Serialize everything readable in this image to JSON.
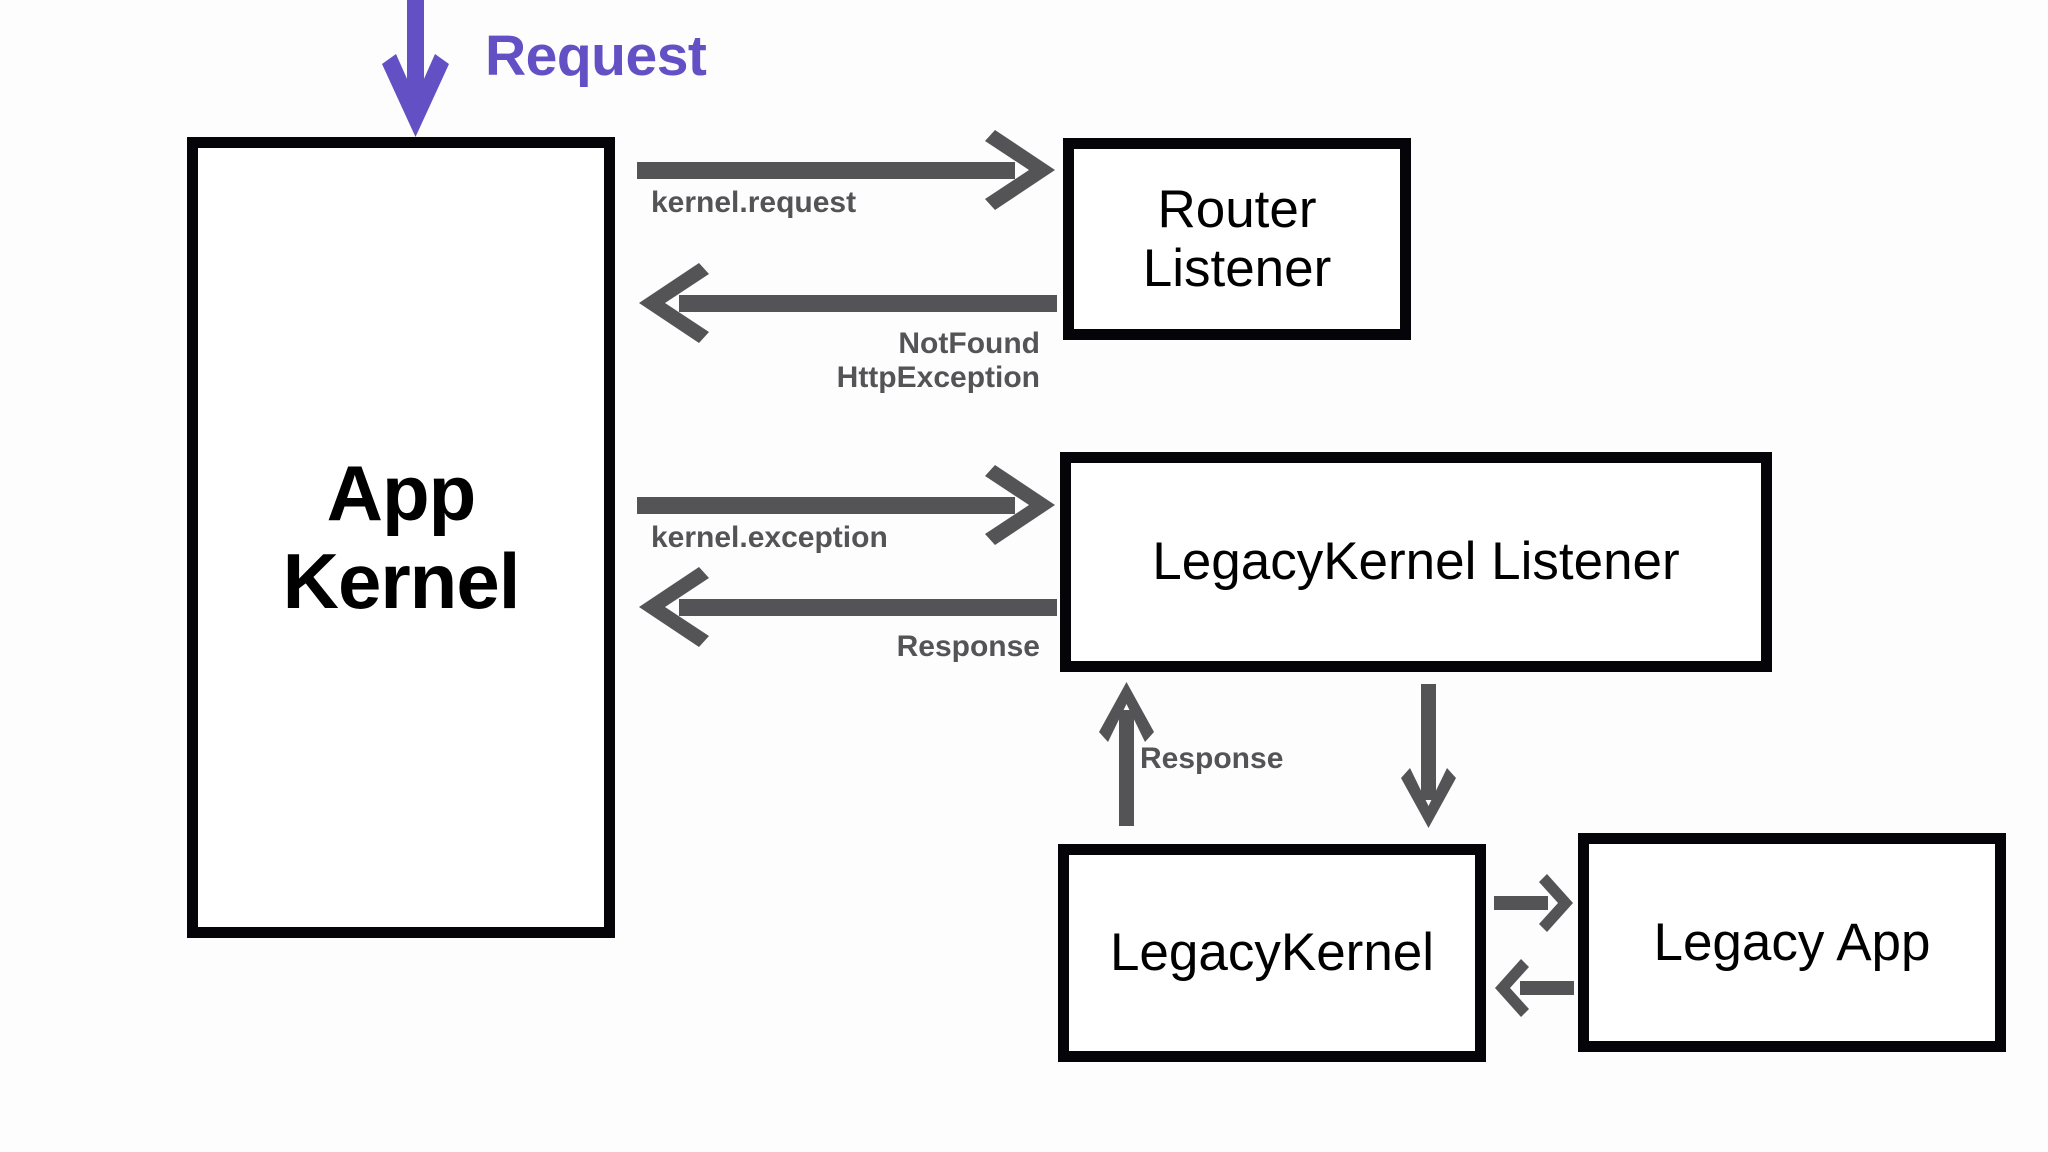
{
  "diagram": {
    "title_label": "Request",
    "background_color": "#fdfdfd",
    "accent_color": "#6350c4",
    "arrow_color": "#545457",
    "box_border_color": "#040409",
    "nodes": [
      {
        "id": "app-kernel",
        "label": "App\nKernel"
      },
      {
        "id": "router-listener",
        "label": "Router\nListener"
      },
      {
        "id": "legacykernel-listener",
        "label": "LegacyKernel Listener"
      },
      {
        "id": "legacykernel",
        "label": "LegacyKernel"
      },
      {
        "id": "legacy-app",
        "label": "Legacy App"
      }
    ],
    "edges": [
      {
        "id": "app-kernel-to-router",
        "label": "kernel.request",
        "direction": "right"
      },
      {
        "id": "router-to-app-kernel",
        "label": "NotFound\nHttpException",
        "direction": "left"
      },
      {
        "id": "app-kernel-to-legacy-listener",
        "label": "kernel.exception",
        "direction": "right"
      },
      {
        "id": "legacy-listener-to-app-kernel",
        "label": "Response",
        "direction": "left"
      },
      {
        "id": "legacykernel-to-legacy-listener",
        "label": "Response",
        "direction": "up"
      },
      {
        "id": "legacy-listener-to-legacykernel",
        "label": "",
        "direction": "down"
      },
      {
        "id": "legacykernel-to-legacy-app",
        "label": "",
        "direction": "right"
      },
      {
        "id": "legacy-app-to-legacykernel",
        "label": "",
        "direction": "left"
      },
      {
        "id": "incoming-request",
        "label": "Request",
        "direction": "down"
      }
    ]
  }
}
